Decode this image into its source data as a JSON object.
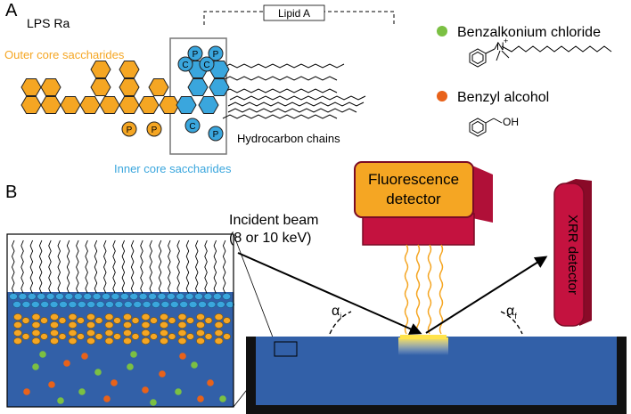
{
  "panel_a": {
    "label": "A",
    "title": "LPS Ra",
    "lipid_a_label": "Lipid A",
    "outer_core_label": "Outer core saccharides",
    "inner_core_label": "Inner core saccharides",
    "hydrocarbon_label": "Hydrocarbon chains",
    "phosphate_symbol": "P",
    "carbon_symbol": "C",
    "colors": {
      "outer": "#f5a623",
      "inner": "#3aa6dd",
      "bac": "#7bc043",
      "balc": "#e8621a"
    }
  },
  "legend": {
    "bac_label": "Benzalkonium chloride",
    "bac_n_label": "N",
    "bac_charge_label": "+",
    "balc_label": "Benzyl alcohol",
    "balc_oh_label": "OH"
  },
  "panel_b": {
    "label": "B",
    "fluorescence_label_line1": "Fluorescence",
    "fluorescence_label_line2": "detector",
    "incident_line1": "Incident beam",
    "incident_line2": "(8 or 10 keV)",
    "xrr_label": "XRR detector",
    "alpha_symbol": "α",
    "alpha_i_sub": "i",
    "alpha_f_sub": "f",
    "colors": {
      "liquid": "#3260a8",
      "detector_orange": "#f5a623",
      "detector_red": "#c4123f"
    }
  }
}
